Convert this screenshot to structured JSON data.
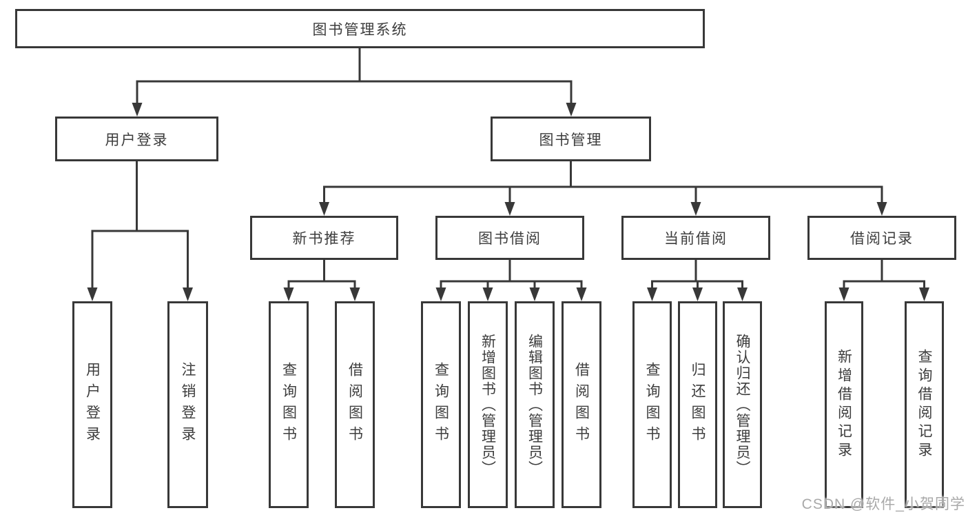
{
  "title": {
    "label": "图书管理系统"
  },
  "branches": [
    {
      "label": "用户登录"
    },
    {
      "label": "图书管理"
    }
  ],
  "modules": [
    {
      "label": "新书推荐"
    },
    {
      "label": "图书借阅"
    },
    {
      "label": "当前借阅"
    },
    {
      "label": "借阅记录"
    }
  ],
  "functions": [
    {
      "label": "用户登录"
    },
    {
      "label": "注销登录"
    },
    {
      "label": "查询图书"
    },
    {
      "label": "借阅图书"
    },
    {
      "label": "查询图书"
    },
    {
      "label": "新增图书（管理员）"
    },
    {
      "label": "编辑图书（管理员）"
    },
    {
      "label": "借阅图书"
    },
    {
      "label": "查询图书"
    },
    {
      "label": "归还图书"
    },
    {
      "label": "确认归还（管理员）"
    },
    {
      "label": "新增借阅记录"
    },
    {
      "label": "查询借阅记录"
    }
  ],
  "watermark": {
    "text": "CSDN @软件_小贺同学"
  },
  "colors": {
    "line": "#383838",
    "text": "#3d3d3d",
    "watermark": "#a4a4a4",
    "background": "#ffffff"
  }
}
